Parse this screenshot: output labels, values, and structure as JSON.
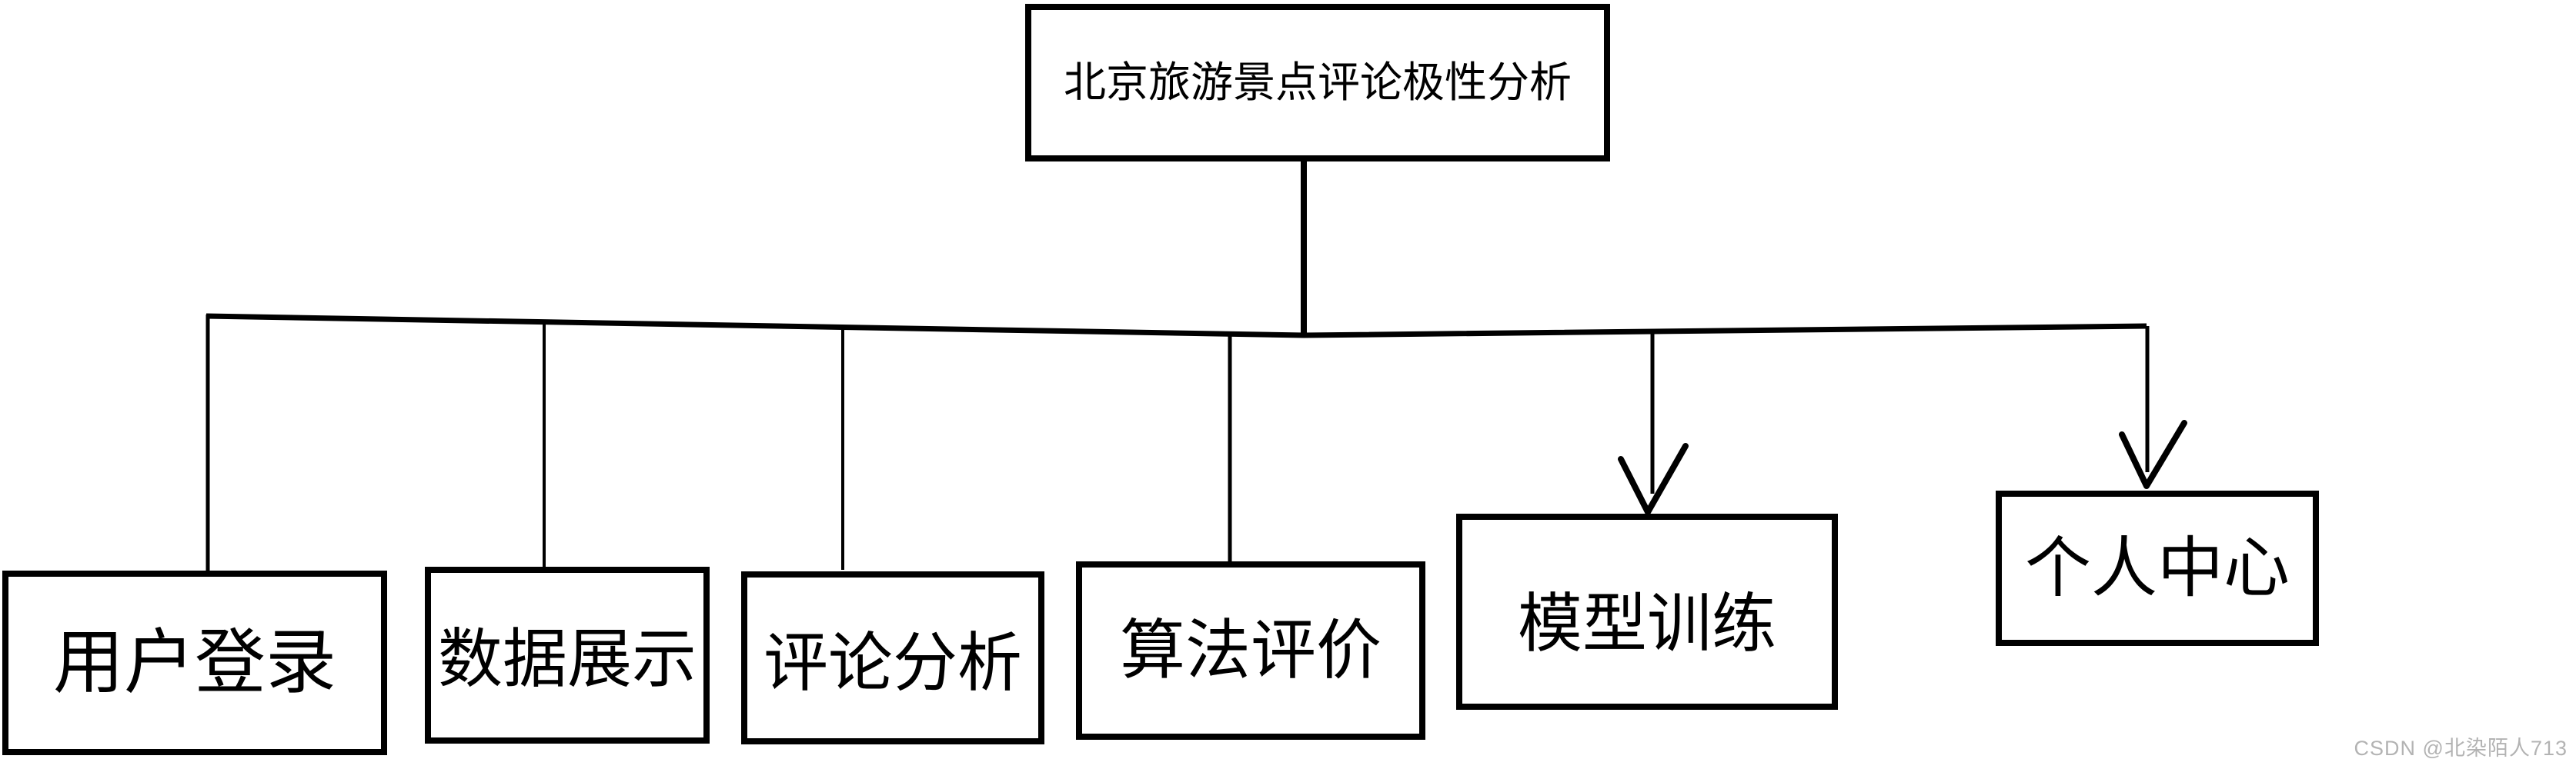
{
  "diagram": {
    "title_node": "北京旅游景点评论极性分析",
    "child_nodes": [
      "用户登录",
      "数据展示",
      "评论分析",
      "算法评价",
      "模型训练",
      "个人中心"
    ]
  },
  "watermark": "CSDN @北染陌人713",
  "colors": {
    "line": "#000000",
    "background": "#ffffff",
    "watermark_text": "#b3b3b3"
  }
}
